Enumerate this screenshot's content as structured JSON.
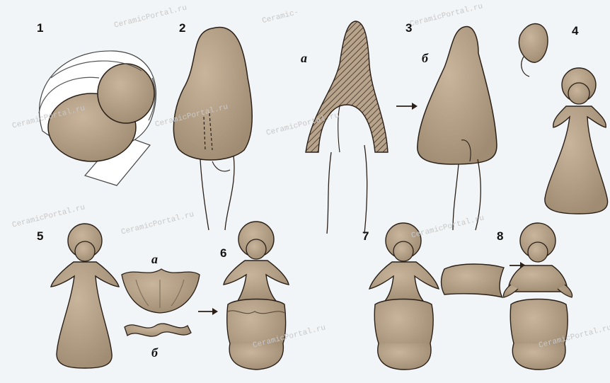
{
  "steps": {
    "s1": "1",
    "s2": "2",
    "s3": "3",
    "s4": "4",
    "s5": "5",
    "s6": "6",
    "s7": "7",
    "s8": "8"
  },
  "sub_labels": {
    "a_top": "а",
    "b_top": "б",
    "a_bottom": "а",
    "b_bottom": "б"
  },
  "watermarks": {
    "w1": "CeramicPortal.ru",
    "w2": "CeramicPortal.ru",
    "w3": "CeramicPortal.ru",
    "w4": "CeramicPortal.ru",
    "w5": "CeramicPortal.ru",
    "w6": "CeramicPortal.ru",
    "w7": "CeramicPortal.ru",
    "w8": "CeramicPortal.ru",
    "w9": "CeramicPortal.ru",
    "w10": "CeramicPortal.ru",
    "w11": "Ceramic-"
  },
  "colors": {
    "background": "#f2f5f8",
    "clay": "#b8a48c",
    "clay_shadow": "#8f7b64",
    "outline": "#2a2018",
    "cloth": "#ffffff"
  }
}
